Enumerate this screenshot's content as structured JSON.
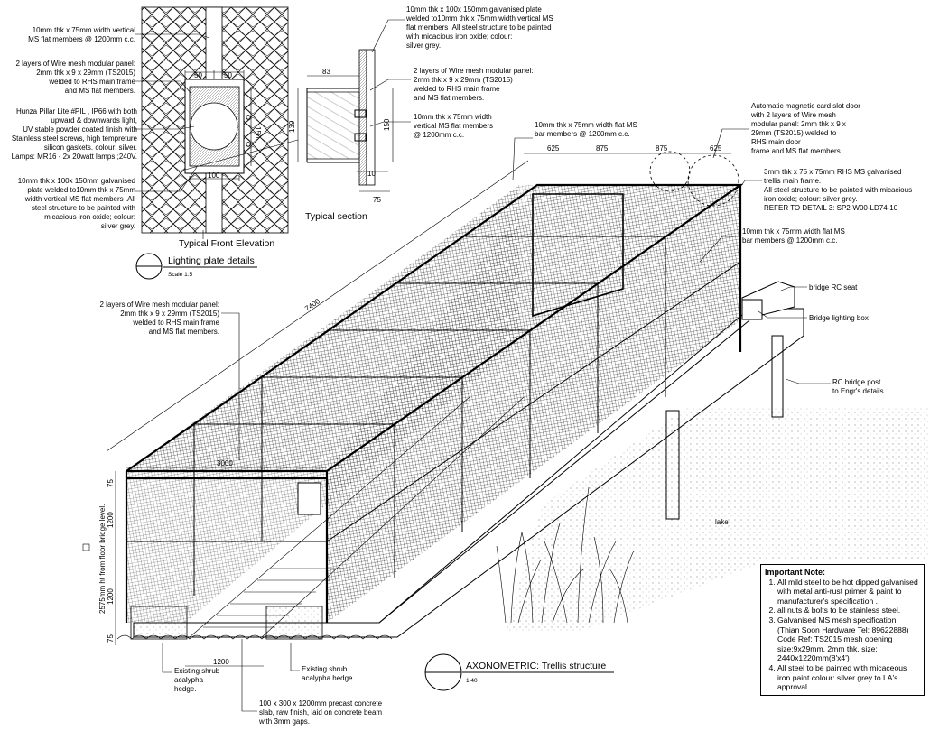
{
  "front_elevation": {
    "title": "Typical Front Elevation",
    "dims": {
      "left": "50",
      "right": "50",
      "height": "150",
      "bottom": "100"
    },
    "callouts": {
      "vertical_flat": [
        "10mm thk x 75mm width vertical",
        "MS flat  members @ 1200mm c.c."
      ],
      "mesh_panel": [
        "2 layers of Wire mesh modular panel:",
        "2mm thk x 9 x 29mm (TS2015)",
        "welded to RHS main frame",
        "and MS flat  members."
      ],
      "light": [
        "Hunza Pillar Lite #PIL , IP66 with both",
        "upward & downwards light,",
        "UV stable powder coated finish with",
        "Stainless steel screws, high tempreture",
        "silicon gaskets. colour: silver.",
        "Lamps: MR16 - 2x 20watt lamps ;240V."
      ],
      "plate": [
        "10mm thk x 100x 150mm galvanised",
        "plate welded to10mm thk x 75mm",
        "width vertical MS flat  members .All",
        "steel structure to be painted with",
        "micacious iron oxide; colour:",
        "silver grey."
      ]
    }
  },
  "lighting_plate": {
    "title": "Lighting plate details",
    "scale": "Scale 1:5"
  },
  "typical_section": {
    "title": "Typical section",
    "dims": {
      "top": "83",
      "left": "139",
      "right": "150",
      "small": "10",
      "bottom": "75"
    },
    "callouts": {
      "plate": [
        "10mm thk x 100x 150mm galvanised plate",
        "welded to10mm thk x 75mm width vertical MS",
        "flat  members .All steel structure to be painted",
        "with micacious iron oxide; colour:",
        "silver grey."
      ],
      "mesh_panel": [
        "2 layers of Wire mesh modular panel:",
        "2mm thk x 9 x 29mm (TS2015)",
        "welded to RHS main frame",
        "and MS flat  members."
      ],
      "vertical_flat": [
        "10mm thk x 75mm width",
        "vertical MS flat  members",
        "@ 1200mm c.c."
      ]
    }
  },
  "axonometric": {
    "title": "AXONOMETRIC: Trellis structure",
    "scale": "1:40",
    "dims": {
      "length": "7400",
      "width": "3000",
      "bay_spacing": [
        "625",
        "875",
        "875",
        "625"
      ],
      "base": "1200",
      "v_top": "75",
      "v_mid1": "1200",
      "v_mid2": "1200",
      "v_bot": "75",
      "height_label": "2575mm ht from floor bridge level."
    },
    "callouts": {
      "bar_top": [
        "10mm thk x 75mm width flat MS",
        "bar members @ 1200mm c.c."
      ],
      "door": [
        "Automatic magnetic card slot door",
        "with 2 layers of Wire mesh",
        "modular panel: 2mm thk x 9 x",
        "29mm (TS2015) welded to",
        "RHS main door",
        "frame and MS flat  members."
      ],
      "rhs": [
        "3mm thk x 75 x 75mm RHS  MS galvanised",
        "trellis main frame.",
        " All steel structure to be painted with micacious",
        "iron oxide;  colour: silver grey.",
        "REFER TO DETAIL 3: SP2-W00-LD74-10"
      ],
      "bar_right": [
        "10mm thk x 75mm width flat MS",
        "bar members @ 1200mm c.c."
      ],
      "seat": "bridge RC seat",
      "lighting_box": "Bridge lighting box",
      "post": [
        "RC bridge post",
        "to Engr's details"
      ],
      "mesh_left": [
        "2 layers of Wire mesh modular panel:",
        "2mm thk x 9 x 29mm (TS2015)",
        "welded to RHS main frame",
        "and MS flat  members."
      ],
      "lake": "lake",
      "shrub_left": [
        "Existing shrub",
        "acalypha",
        "hedge."
      ],
      "shrub_right": [
        "Existing shrub",
        "acalypha hedge."
      ],
      "slab": [
        "100 x 300 x 1200mm precast concrete",
        "slab, raw finish, laid on concrete beam",
        "with 3mm gaps."
      ]
    }
  },
  "important_note": {
    "heading": "Important Note:",
    "items": [
      "All mild steel to be hot dipped galvanised with metal anti-rust primer & paint to manufacturer's specification .",
      "all nuts & bolts to be stainless steel.",
      "Galvanised MS mesh specification: (Thian Soon Hardware Tel: 89622888) Code Ref: TS2015 mesh opening size:9x29mm, 2mm thk. size: 2440x1220mm(8'x4')",
      "All steel to be painted with micaceous iron paint colour: silver grey to LA's approval."
    ]
  }
}
